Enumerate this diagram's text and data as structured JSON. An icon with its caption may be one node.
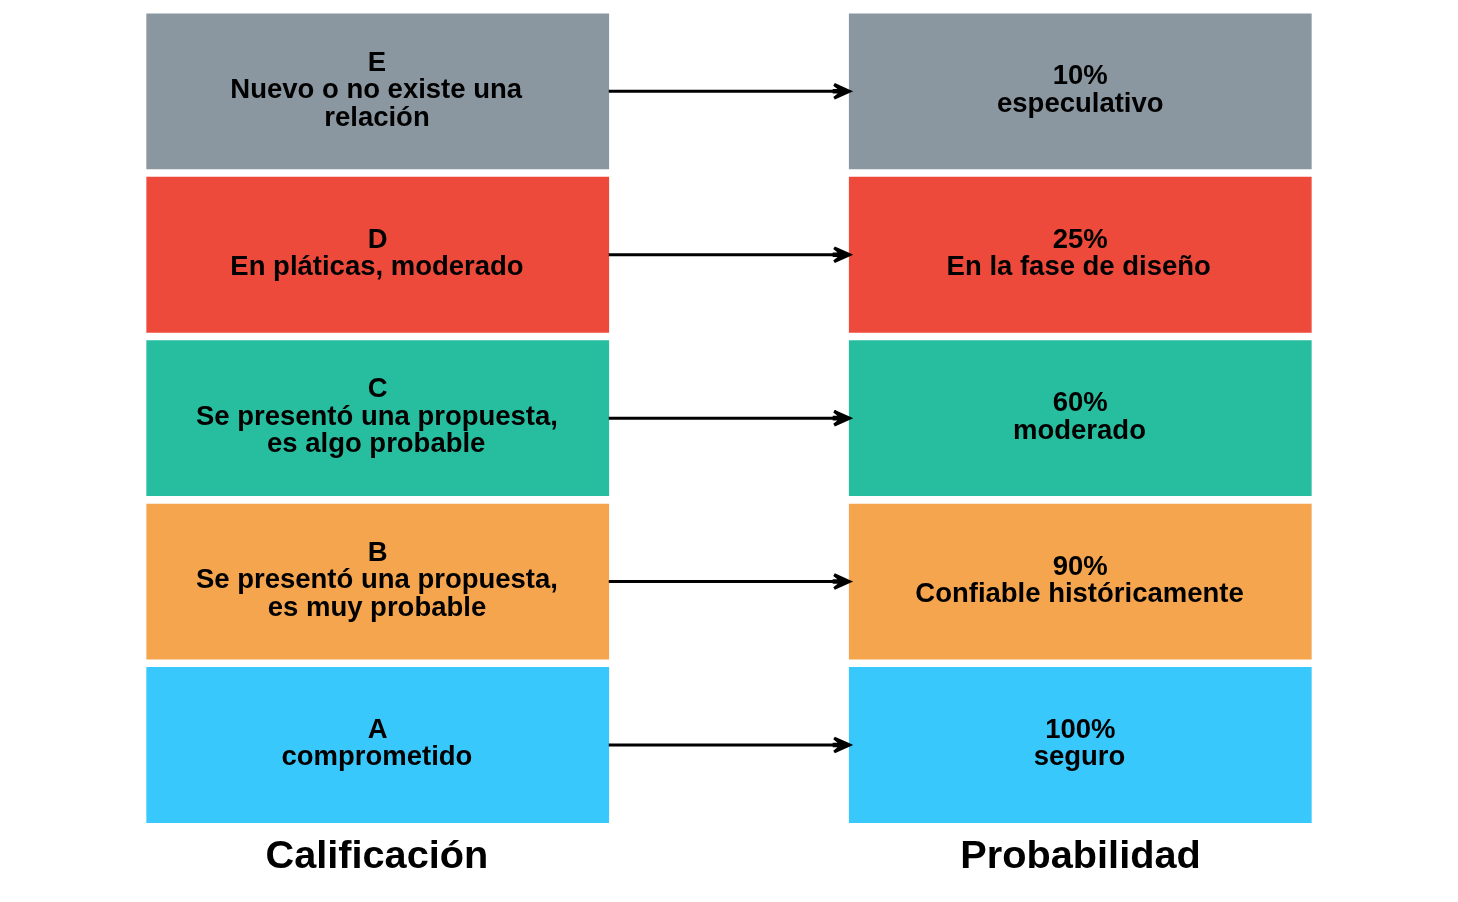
{
  "diagram": {
    "nodes": [
      {
        "text": [
          "A",
          "comprometido"
        ]
      },
      {
        "text": [
          "B",
          "Se presentó una propuesta, es muy probable"
        ]
      },
      {
        "text": [
          "C",
          "Se presentó una propuesta, es algo probable"
        ]
      },
      {
        "text": [
          "D",
          "En pláticas, moderado"
        ]
      },
      {
        "text": [
          "E",
          "Nuevo o no existe una relación"
        ]
      },
      {
        "text": [
          "100%",
          "seguro"
        ]
      },
      {
        "text": [
          "90%",
          "Confiable históricamente"
        ]
      },
      {
        "text": [
          "60%",
          "moderado"
        ]
      },
      {
        "text": [
          "25%",
          "En la fase de diseño"
        ]
      },
      {
        "text": [
          "10%",
          "especulativo"
        ]
      }
    ],
    "edges": [
      {
        "from": 0,
        "to": 5,
        "arrow": "to"
      },
      {
        "from": 1,
        "to": 6,
        "arrow": "to"
      },
      {
        "from": 2,
        "to": 7,
        "arrow": "to"
      },
      {
        "from": 3,
        "to": 8,
        "arrow": "to"
      },
      {
        "from": 4,
        "to": 9,
        "arrow": "to"
      }
    ],
    "labels": [
      "Calificación",
      "Probabilidad"
    ]
  }
}
